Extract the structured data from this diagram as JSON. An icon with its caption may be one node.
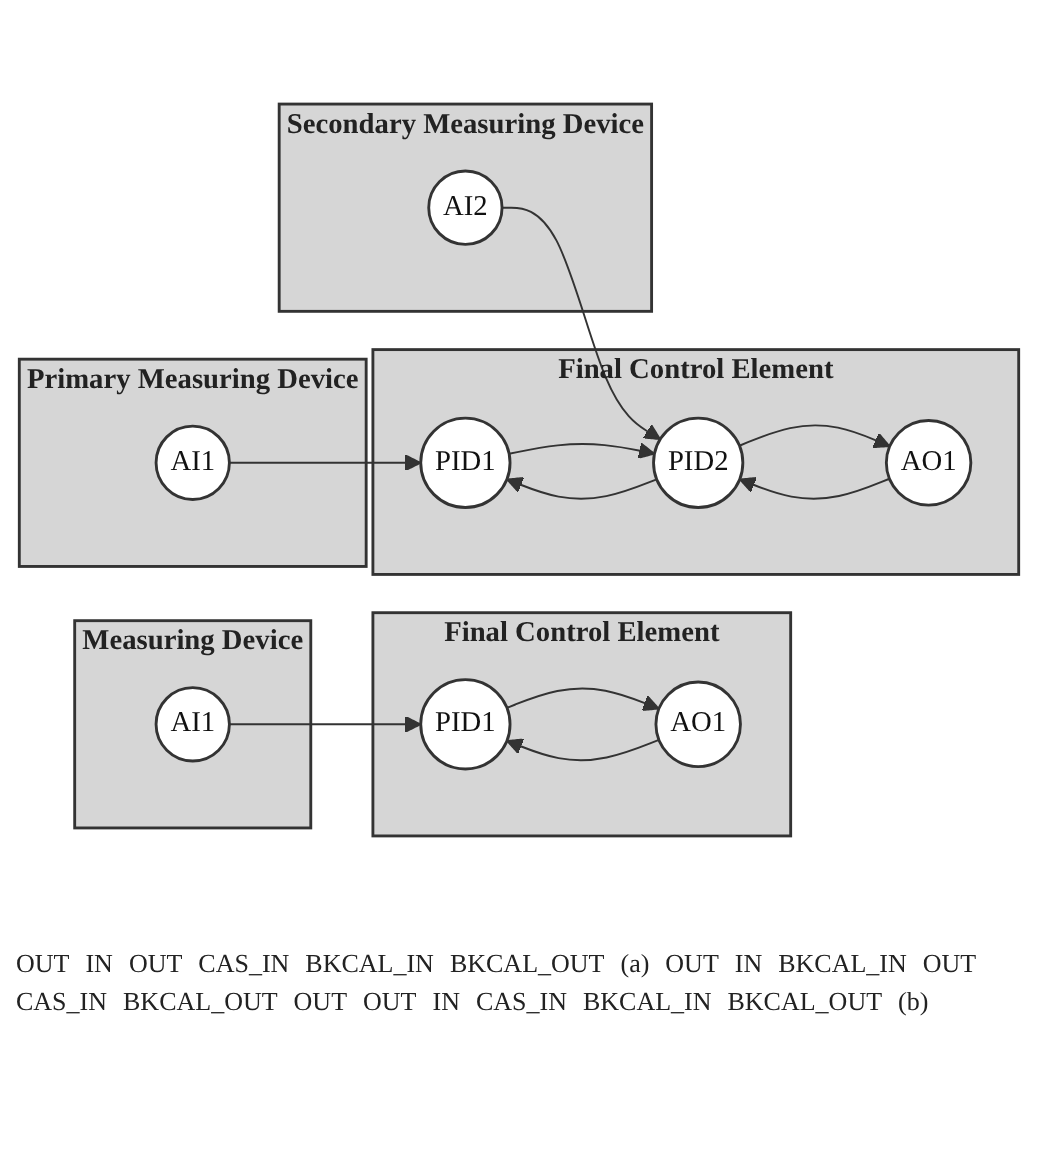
{
  "diagram": {
    "nodes": [
      {
        "text": [
          "Measuring Device"
        ]
      },
      {
        "text": [
          "AI1"
        ],
        "in": 0
      },
      {
        "text": [
          "Final Control Element"
        ]
      },
      {
        "text": [
          "PID1"
        ],
        "in": 2
      },
      {
        "text": [
          "AO1"
        ],
        "in": 2
      },
      {
        "text": [
          "Primary Measuring Device"
        ]
      },
      {
        "text": [
          "AI1"
        ],
        "in": 5
      },
      {
        "text": [
          "Final Control Element"
        ]
      },
      {
        "text": [
          "PID1"
        ],
        "in": 7
      },
      {
        "text": [
          "PID2"
        ],
        "in": 7
      },
      {
        "text": [
          "AO1"
        ],
        "in": 7
      },
      {
        "text": [
          "Secondary Measuring Device"
        ]
      },
      {
        "text": [
          "AI2"
        ],
        "in": 11
      }
    ],
    "edges": [
      {
        "from": 1,
        "to": 3,
        "arrow": "to"
      },
      {
        "from": 3,
        "to": 4,
        "arrow": "to"
      },
      {
        "from": 4,
        "to": 3,
        "arrow": "to"
      },
      {
        "from": 6,
        "to": 8,
        "arrow": "to"
      },
      {
        "from": 8,
        "to": 9,
        "arrow": "to"
      },
      {
        "from": 9,
        "to": 8,
        "arrow": "to"
      },
      {
        "from": 9,
        "to": 10,
        "arrow": "to"
      },
      {
        "from": 10,
        "to": 9,
        "arrow": "to"
      },
      {
        "from": 12,
        "to": 9,
        "arrow": "to"
      }
    ],
    "labels": [
      "OUT",
      "IN",
      "OUT",
      "CAS_IN",
      "BKCAL_IN",
      "BKCAL_OUT",
      "(a)",
      "OUT",
      "IN",
      "BKCAL_IN",
      "OUT",
      "CAS_IN",
      "BKCAL_OUT",
      "OUT",
      "OUT",
      "IN",
      "CAS_IN",
      "BKCAL_IN",
      "BKCAL_OUT",
      "(b)"
    ]
  }
}
